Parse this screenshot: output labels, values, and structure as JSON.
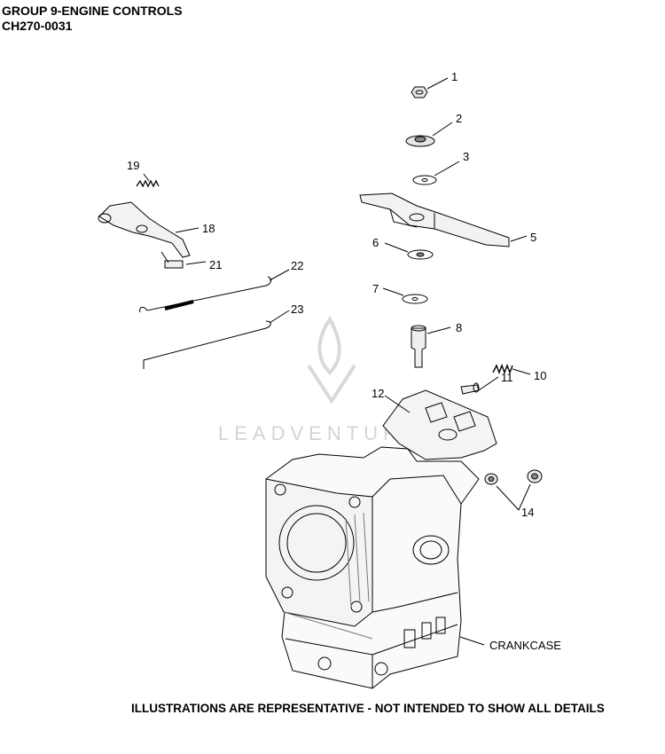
{
  "header": {
    "title": "GROUP 9-ENGINE CONTROLS",
    "code": "CH270-0031"
  },
  "callouts": {
    "c1": "1",
    "c2": "2",
    "c3": "3",
    "c5": "5",
    "c6": "6",
    "c7": "7",
    "c8": "8",
    "c10": "10",
    "c11": "11",
    "c12": "12",
    "c14": "14",
    "c18": "18",
    "c19": "19",
    "c21": "21",
    "c22": "22",
    "c23": "23",
    "crankcase": "CRANKCASE"
  },
  "watermark": "LEADVENTURE",
  "footer": "ILLUSTRATIONS ARE REPRESENTATIVE - NOT INTENDED TO SHOW ALL DETAILS",
  "colors": {
    "line": "#000000",
    "watermark": "#d4d4d4",
    "shade": "#bdbdbd"
  }
}
